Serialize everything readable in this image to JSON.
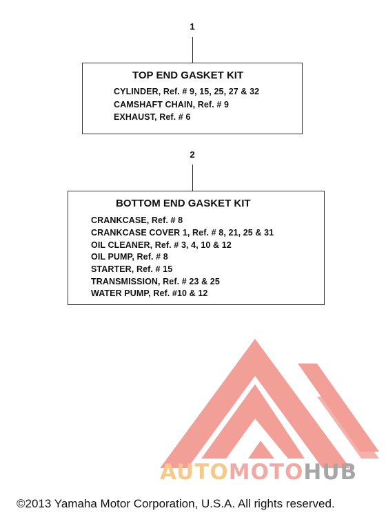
{
  "diagram": {
    "nodes": [
      {
        "number": "1",
        "title": "TOP END GASKET KIT",
        "items": [
          "CYLINDER, Ref. # 9, 15, 25, 27 & 32",
          "CAMSHAFT CHAIN, Ref. # 9",
          "EXHAUST, Ref. # 6"
        ]
      },
      {
        "number": "2",
        "title": "BOTTOM END GASKET KIT",
        "items": [
          "CRANKCASE, Ref. # 8",
          "CRANKCASE COVER 1, Ref. # 8, 21, 25 & 31",
          "OIL CLEANER, Ref. # 3, 4, 10 & 12",
          "OIL PUMP, Ref. # 8",
          "STARTER, Ref. # 15",
          "TRANSMISSION, Ref. # 23 & 25",
          "WATER PUMP, Ref. #10 & 12"
        ]
      }
    ]
  },
  "watermark": {
    "brand_part1": "AUTO",
    "brand_part2": "MOTO",
    "brand_part3": "HUB",
    "logo_color": "#f29a93",
    "brand_color1": "#f6c98a",
    "brand_color2": "#f1a9a3",
    "brand_color3": "#a6a6a6"
  },
  "footer": {
    "copyright": "©2013 Yamaha Motor Corporation, U.S.A. All rights reserved."
  }
}
